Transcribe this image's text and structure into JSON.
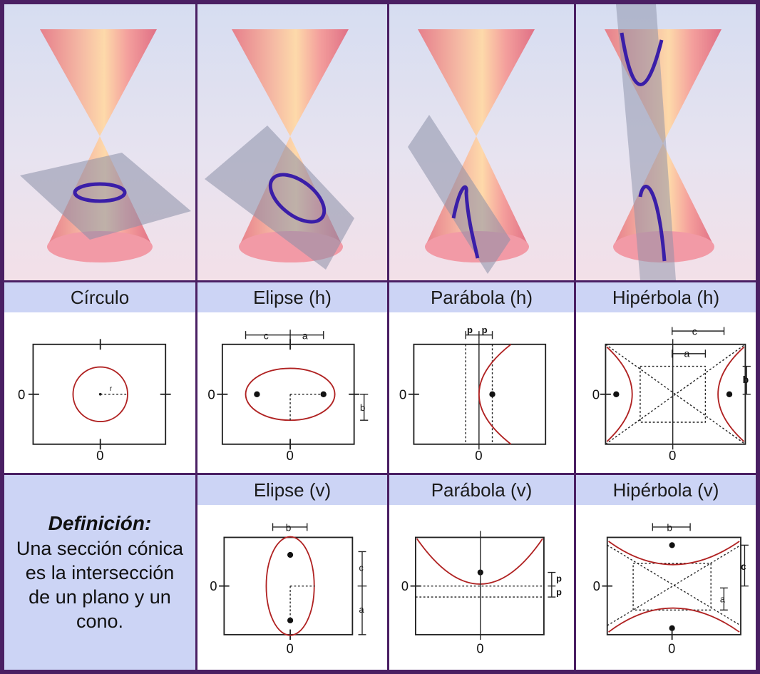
{
  "sections": {
    "circulo": {
      "title": "Círculo",
      "label_zero_y": "0",
      "label_zero_x": "0",
      "radius_label": "r"
    },
    "elipse_h": {
      "title": "Elipse (h)",
      "label_zero_y": "0",
      "label_zero_x": "0",
      "dim_c": "c",
      "dim_a": "a",
      "dim_b": "b"
    },
    "parabola_h": {
      "title": "Parábola (h)",
      "label_zero_y": "0",
      "label_zero_x": "0",
      "dim_p1": "p",
      "dim_p2": "p"
    },
    "hiperbola_h": {
      "title": "Hipérbola (h)",
      "label_zero_y": "0",
      "label_zero_x": "0",
      "dim_c": "c",
      "dim_a": "a",
      "dim_b": "b"
    },
    "elipse_v": {
      "title": "Elipse (v)",
      "label_zero_y": "0",
      "label_zero_x": "0",
      "dim_b": "b",
      "dim_c": "c",
      "dim_a": "a"
    },
    "parabola_v": {
      "title": "Parábola (v)",
      "label_zero_y": "0",
      "label_zero_x": "0",
      "dim_p1": "p",
      "dim_p2": "p"
    },
    "hiperbola_v": {
      "title": "Hipérbola (v)",
      "label_zero_y": "0",
      "label_zero_x": "0",
      "dim_b": "b",
      "dim_c": "c",
      "dim_a": "a"
    }
  },
  "definition": {
    "title": "Definición:",
    "text": "Una sección cónica es la intersección de un plano y un cono."
  },
  "colors": {
    "border": "#4a1f63",
    "header_bg": "#ccd4f5",
    "cone": "#f08a8a",
    "curve_highlight": "#3a1ea8",
    "plot_curve": "#b02222"
  }
}
